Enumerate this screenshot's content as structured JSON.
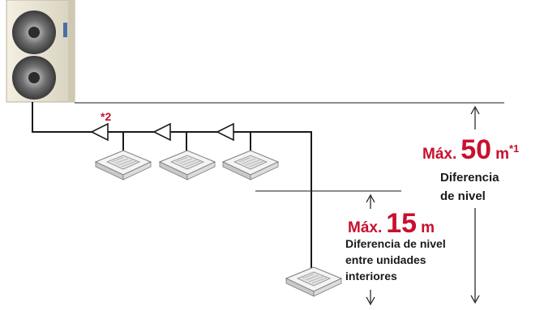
{
  "note_star2": "*2",
  "max_total": {
    "prefix": "Máx.",
    "value": "50",
    "unit": "m",
    "footnote": "*1",
    "caption_line1": "Diferencia",
    "caption_line2": "de nivel"
  },
  "max_indoor": {
    "prefix": "Máx.",
    "value": "15",
    "unit": "m",
    "caption_line1": "Diferencia de nivel",
    "caption_line2": "entre unidades",
    "caption_line3": "interiores"
  },
  "colors": {
    "accent_red": "#c8102e",
    "line": "#1a1a1a",
    "outdoor_unit": "#e8e3d3",
    "cassette": "#f2f2f2"
  }
}
